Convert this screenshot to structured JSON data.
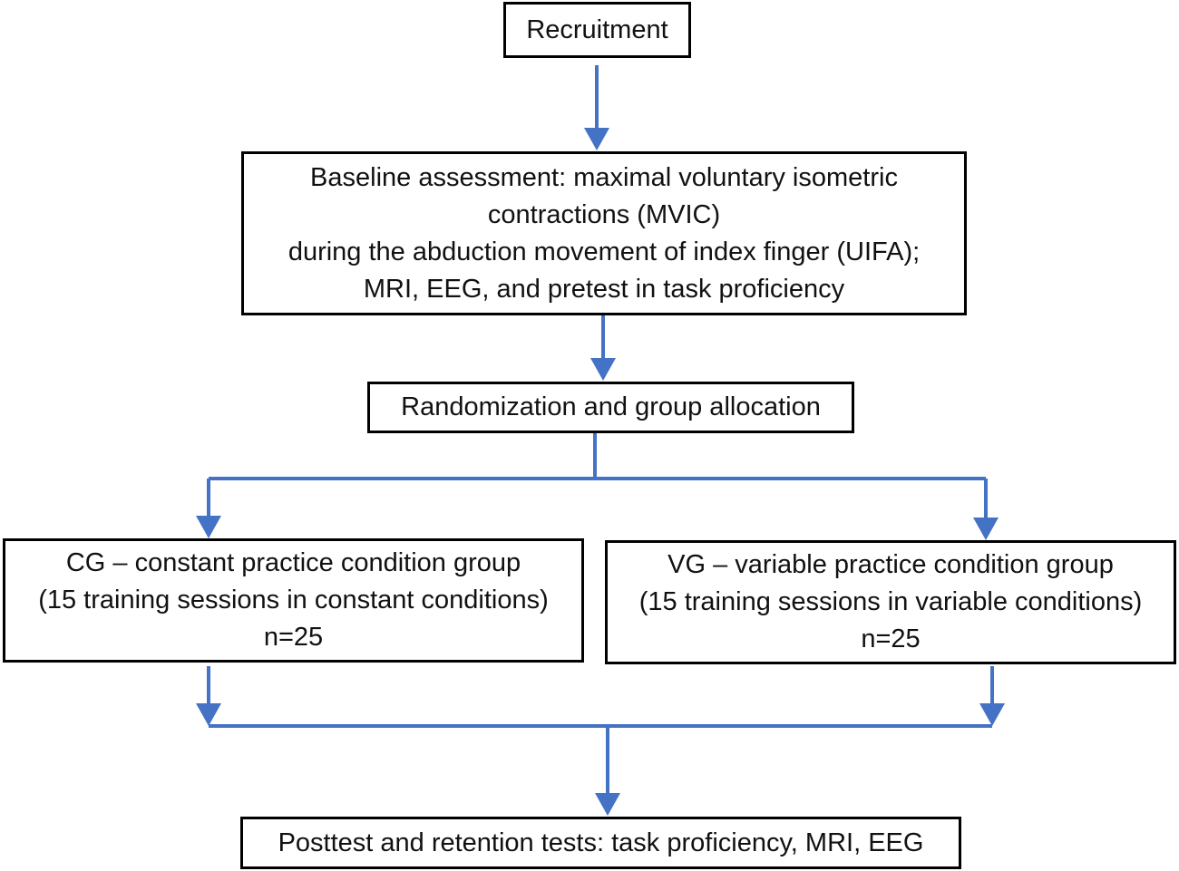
{
  "nodes": {
    "recruitment": {
      "lines": [
        "Recruitment"
      ]
    },
    "baseline": {
      "lines": [
        "Baseline assessment: maximal voluntary isometric",
        "contractions (MVIC)",
        "during the abduction movement of index finger (UIFA);",
        "MRI, EEG, and pretest in task proficiency"
      ]
    },
    "randomization": {
      "lines": [
        "Randomization and group allocation"
      ]
    },
    "cg": {
      "lines": [
        "CG – constant practice condition group",
        "(15 training sessions in constant conditions)",
        "n=25"
      ]
    },
    "vg": {
      "lines": [
        "VG – variable practice condition group",
        "(15 training sessions in variable conditions)",
        "n=25"
      ]
    },
    "posttest": {
      "lines": [
        "Posttest and retention tests: task proficiency, MRI, EEG"
      ]
    }
  },
  "colors": {
    "connector": "#4472C4",
    "box_border": "#000000",
    "text": "#111111"
  }
}
